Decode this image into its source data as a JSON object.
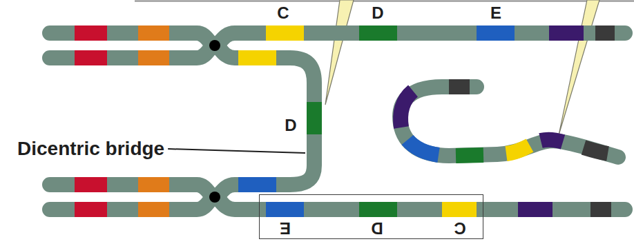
{
  "diagram": {
    "nodes": [
      {
        "text": [
          "E",
          "D",
          "C"
        ]
      }
    ],
    "labels": [
      "C",
      "D",
      "E",
      "D",
      "Dicentric bridge"
    ]
  }
}
